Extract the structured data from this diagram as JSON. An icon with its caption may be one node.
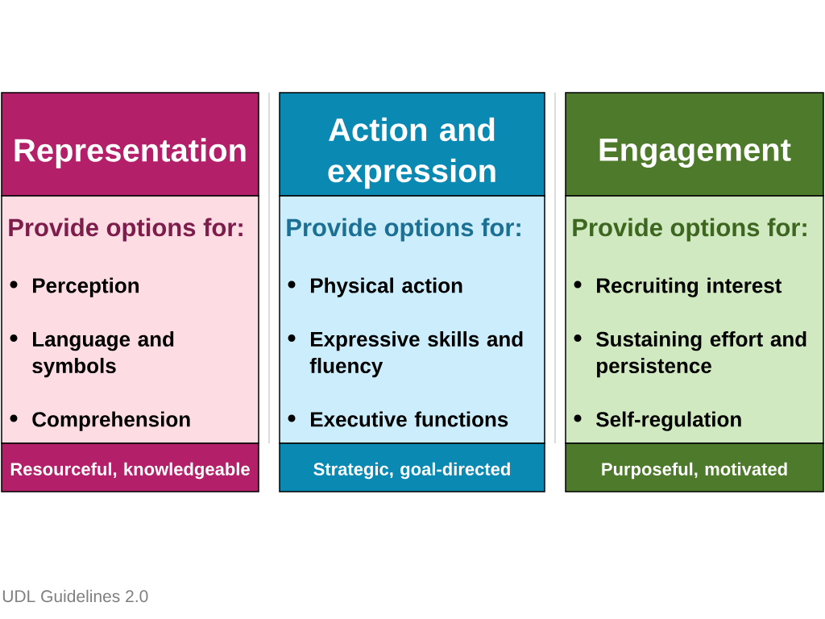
{
  "diagram": {
    "caption": "UDL Guidelines 2.0",
    "nodes": [
      {
        "text": [
          "Representation"
        ]
      },
      {
        "text": [
          "Provide options for:",
          "Perception",
          "Language and symbols",
          "Comprehension"
        ]
      },
      {
        "text": [
          "Resourceful, knowledgeable"
        ]
      },
      {
        "text": [
          "Action and expression"
        ]
      },
      {
        "text": [
          "Provide options for:",
          "Physical action",
          "Expressive skills and fluency",
          "Executive functions"
        ]
      },
      {
        "text": [
          "Strategic, goal-directed"
        ]
      },
      {
        "text": [
          "Engagement"
        ]
      },
      {
        "text": [
          "Provide options for:",
          "Recruiting interest",
          "Sustaining effort and persistence",
          "Self-regulation"
        ]
      },
      {
        "text": [
          "Purposeful, motivated"
        ]
      }
    ]
  }
}
